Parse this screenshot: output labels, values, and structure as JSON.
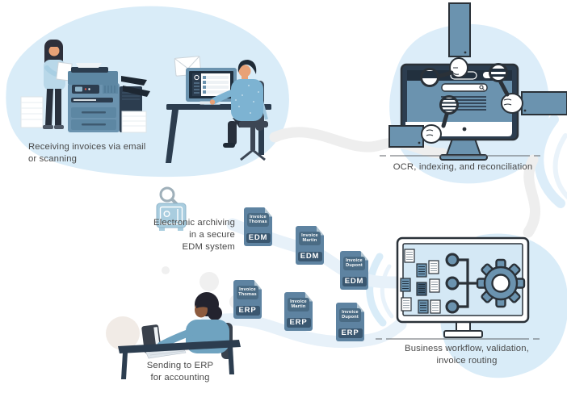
{
  "captions": {
    "receiving": "Receiving invoices via email\nor scanning",
    "ocr": "OCR, indexing, and reconciliation",
    "archiving": "Electronic archiving\nin a secure\nEDM system",
    "sending": "Sending to ERP\nfor accounting",
    "workflow": "Business workflow, validation,\ninvoice routing"
  },
  "documents": {
    "edm": [
      {
        "name": "Invoice\nThomas",
        "system": "EDM"
      },
      {
        "name": "Invoice\nMartin",
        "system": "EDM"
      },
      {
        "name": "Invoice\nDupont",
        "system": "EDM"
      }
    ],
    "erp": [
      {
        "name": "Invoice\nThomas",
        "system": "ERP"
      },
      {
        "name": "Invoice\nMartin",
        "system": "ERP"
      },
      {
        "name": "Invoice\nDupont",
        "system": "ERP"
      }
    ]
  },
  "colors": {
    "blob_blue": "#d9ecf8",
    "steel_blue": "#6b93af",
    "navy": "#2c3d4f",
    "doc_page": "#5e83a1",
    "doc_label": "#4a6b84",
    "doc_band": "#3a5770",
    "caption_text": "#494949",
    "ribbon_gray": "#eeeeee",
    "ribbon_blue": "#e7f1f9"
  }
}
